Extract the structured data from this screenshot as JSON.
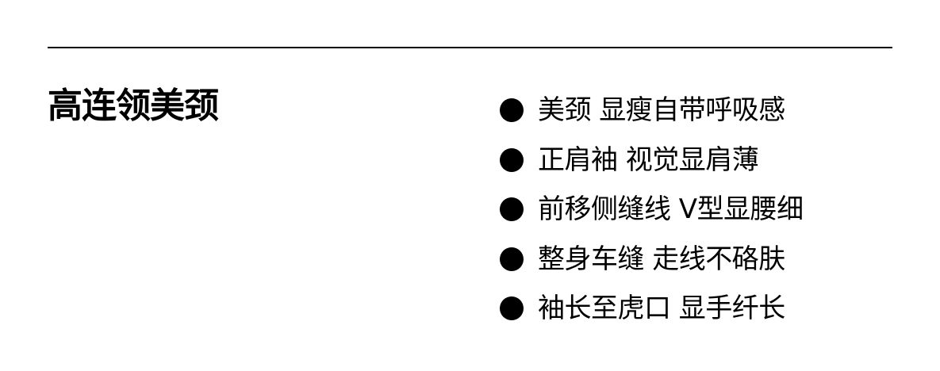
{
  "title": "高连领美颈",
  "features": [
    {
      "text": "美颈  显瘦自带呼吸感"
    },
    {
      "text": "正肩袖  视觉显肩薄"
    },
    {
      "text": "前移侧缝线 V型显腰细"
    },
    {
      "text": "整身车缝 走线不硌肤"
    },
    {
      "text": "袖长至虎口 显手纤长"
    }
  ],
  "colors": {
    "text": "#000000",
    "background": "#ffffff",
    "rule": "#000000"
  },
  "icons": {
    "bullet": "filled-circle"
  }
}
